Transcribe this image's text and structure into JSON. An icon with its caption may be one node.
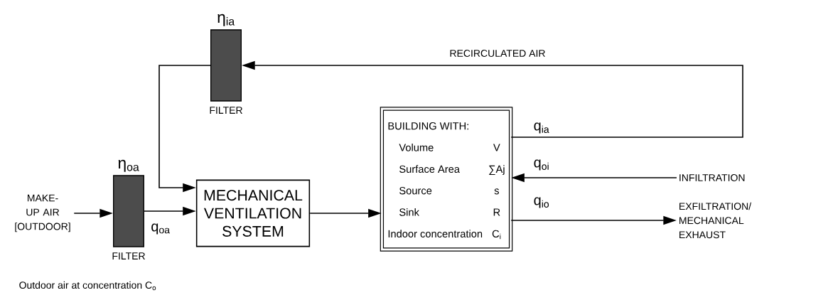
{
  "diagram": {
    "nodes": [
      {
        "text": [
          "MAKE-UP AIR [OUTDOOR]"
        ]
      },
      {
        "text": [],
        "shape": "box",
        "beside": [
          "η$_{oa}$",
          "FILTER"
        ]
      },
      {
        "text": [],
        "shape": "box",
        "beside": [
          "η$_{ia}$",
          "FILTER"
        ]
      },
      {
        "text": [
          "MECHANICAL VENTILATION SYSTEM"
        ]
      },
      {
        "text": [
          "BUILDING WITH:",
          "Volume",
          "V",
          "Surface Area",
          "∑Aj",
          "Source",
          "s",
          "Sink",
          "R",
          "Indoor concentration",
          "C$_{i}$"
        ]
      },
      {
        "text": [
          "INFILTRATION"
        ]
      },
      {
        "text": [
          "EXFILTRATION/ MECHANICAL EXHAUST"
        ]
      }
    ],
    "edges": [
      {
        "from": 0,
        "to": 1,
        "arrow": "to"
      },
      {
        "from": 1,
        "to": 3,
        "arrow": "to",
        "label": "q$_{oa}$"
      },
      {
        "from": 2,
        "to": 3,
        "arrow": "to"
      },
      {
        "from": 3,
        "to": 4,
        "arrow": "to"
      },
      {
        "from": 4,
        "to": 2,
        "arrow": "to",
        "label": "RECIRCULATED AIR"
      },
      {
        "from": 5,
        "to": 4,
        "arrow": "to",
        "label": "q$_{oi}$"
      },
      {
        "from": 4,
        "to": 6,
        "arrow": "to",
        "label": "q$_{io}$"
      }
    ],
    "labels": [
      "q$_{ia}$",
      "Outdoor air at concentration C$_{o}$"
    ]
  }
}
